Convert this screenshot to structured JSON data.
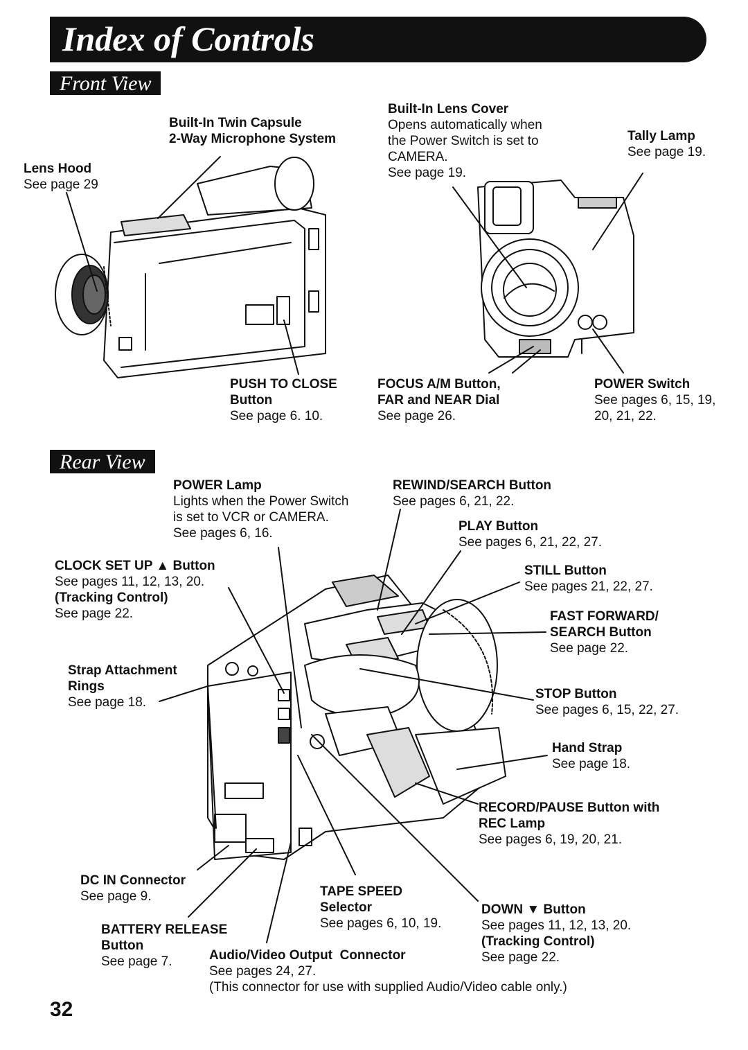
{
  "title": "Index of Controls",
  "front": {
    "header": "Front View",
    "labels": {
      "mic_title": "Built-In Twin Capsule\n2-Way Microphone System",
      "lens_hood_title": "Lens Hood",
      "lens_hood_desc": "See page 29",
      "lens_cover_title": "Built-In Lens Cover",
      "lens_cover_desc": "Opens automatically when\nthe Power Switch is set to\nCAMERA.\nSee page 19.",
      "tally_title": "Tally Lamp",
      "tally_desc": "See page 19.",
      "push_close_title": "PUSH TO CLOSE\nButton",
      "push_close_desc": "See page 6. 10.",
      "focus_title": "FOCUS A/M Button,\nFAR and NEAR Dial",
      "focus_desc": "See page 26.",
      "power_switch_title": "POWER Switch",
      "power_switch_desc": "See pages 6, 15, 19,\n20, 21, 22."
    }
  },
  "rear": {
    "header": "Rear View",
    "labels": {
      "power_lamp_title": "POWER Lamp",
      "power_lamp_desc": "Lights when the Power Switch\nis set to VCR or CAMERA.\nSee pages 6, 16.",
      "rewind_title": "REWIND/SEARCH Button",
      "rewind_desc": "See pages 6, 21, 22.",
      "play_title": "PLAY Button",
      "play_desc": "See pages 6, 21, 22, 27.",
      "clock_title": "CLOCK SET UP ▲ Button",
      "clock_desc": "See pages 11, 12, 13, 20.",
      "clock_sub_title": "(Tracking Control)",
      "clock_sub_desc": "See page 22.",
      "still_title": "STILL Button",
      "still_desc": "See pages 21, 22, 27.",
      "ff_title": "FAST FORWARD/\nSEARCH Button",
      "ff_desc": "See page 22.",
      "strap_rings_title": "Strap Attachment\nRings",
      "strap_rings_desc": "See page 18.",
      "stop_title": "STOP Button",
      "stop_desc": "See pages 6, 15, 22, 27.",
      "hand_strap_title": "Hand Strap",
      "hand_strap_desc": "See page 18.",
      "record_title": "RECORD/PAUSE Button with\nREC Lamp",
      "record_desc": "See pages 6, 19, 20, 21.",
      "dc_in_title": "DC IN Connector",
      "dc_in_desc": "See page 9.",
      "tape_speed_title": "TAPE SPEED\nSelector",
      "tape_speed_desc": "See pages 6, 10, 19.",
      "down_title": "DOWN ▼ Button",
      "down_desc": "See pages 11, 12, 13, 20.",
      "down_sub_title": "(Tracking Control)",
      "down_sub_desc": "See page 22.",
      "battery_title": "BATTERY RELEASE\nButton",
      "battery_desc": "See page 7.",
      "av_title": "Audio/Video Output  Connector",
      "av_desc": "See pages 24, 27.\n(This connector for use with supplied Audio/Video cable only.)"
    }
  },
  "page_number": "32"
}
